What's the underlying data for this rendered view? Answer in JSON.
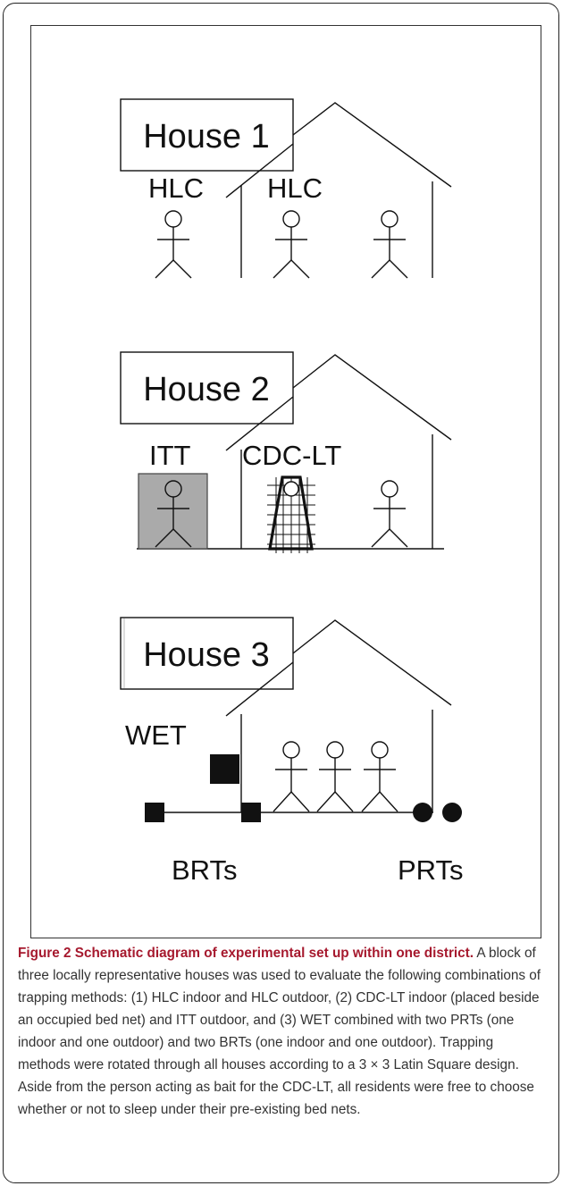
{
  "figure": {
    "houses": [
      {
        "label": "House 1",
        "traps": [
          "HLC",
          "HLC"
        ]
      },
      {
        "label": "House 2",
        "traps": [
          "ITT",
          "CDC-LT"
        ]
      },
      {
        "label": "House 3",
        "traps": [
          "WET",
          "BRTs",
          "PRTs"
        ]
      }
    ]
  },
  "caption": {
    "title": "Figure 2 Schematic diagram of experimental set up within one district.",
    "body": " A block of three locally representative houses was used to evaluate the following combinations of trapping methods: (1) HLC indoor and HLC outdoor, (2) CDC-LT indoor (placed beside an occupied bed net) and ITT outdoor, and (3) WET combined with two PRTs (one indoor and one outdoor) and two BRTs (one indoor and one outdoor). Trapping methods were rotated through all houses according to a 3 × 3 Latin Square design. Aside from the person acting as bait for the CDC-LT, all residents were free to choose whether or not to sleep under their pre-existing bed nets."
  },
  "colors": {
    "caption_title": "#a6192e",
    "caption_text": "#333333",
    "itt_fill": "#aaaaaa"
  }
}
